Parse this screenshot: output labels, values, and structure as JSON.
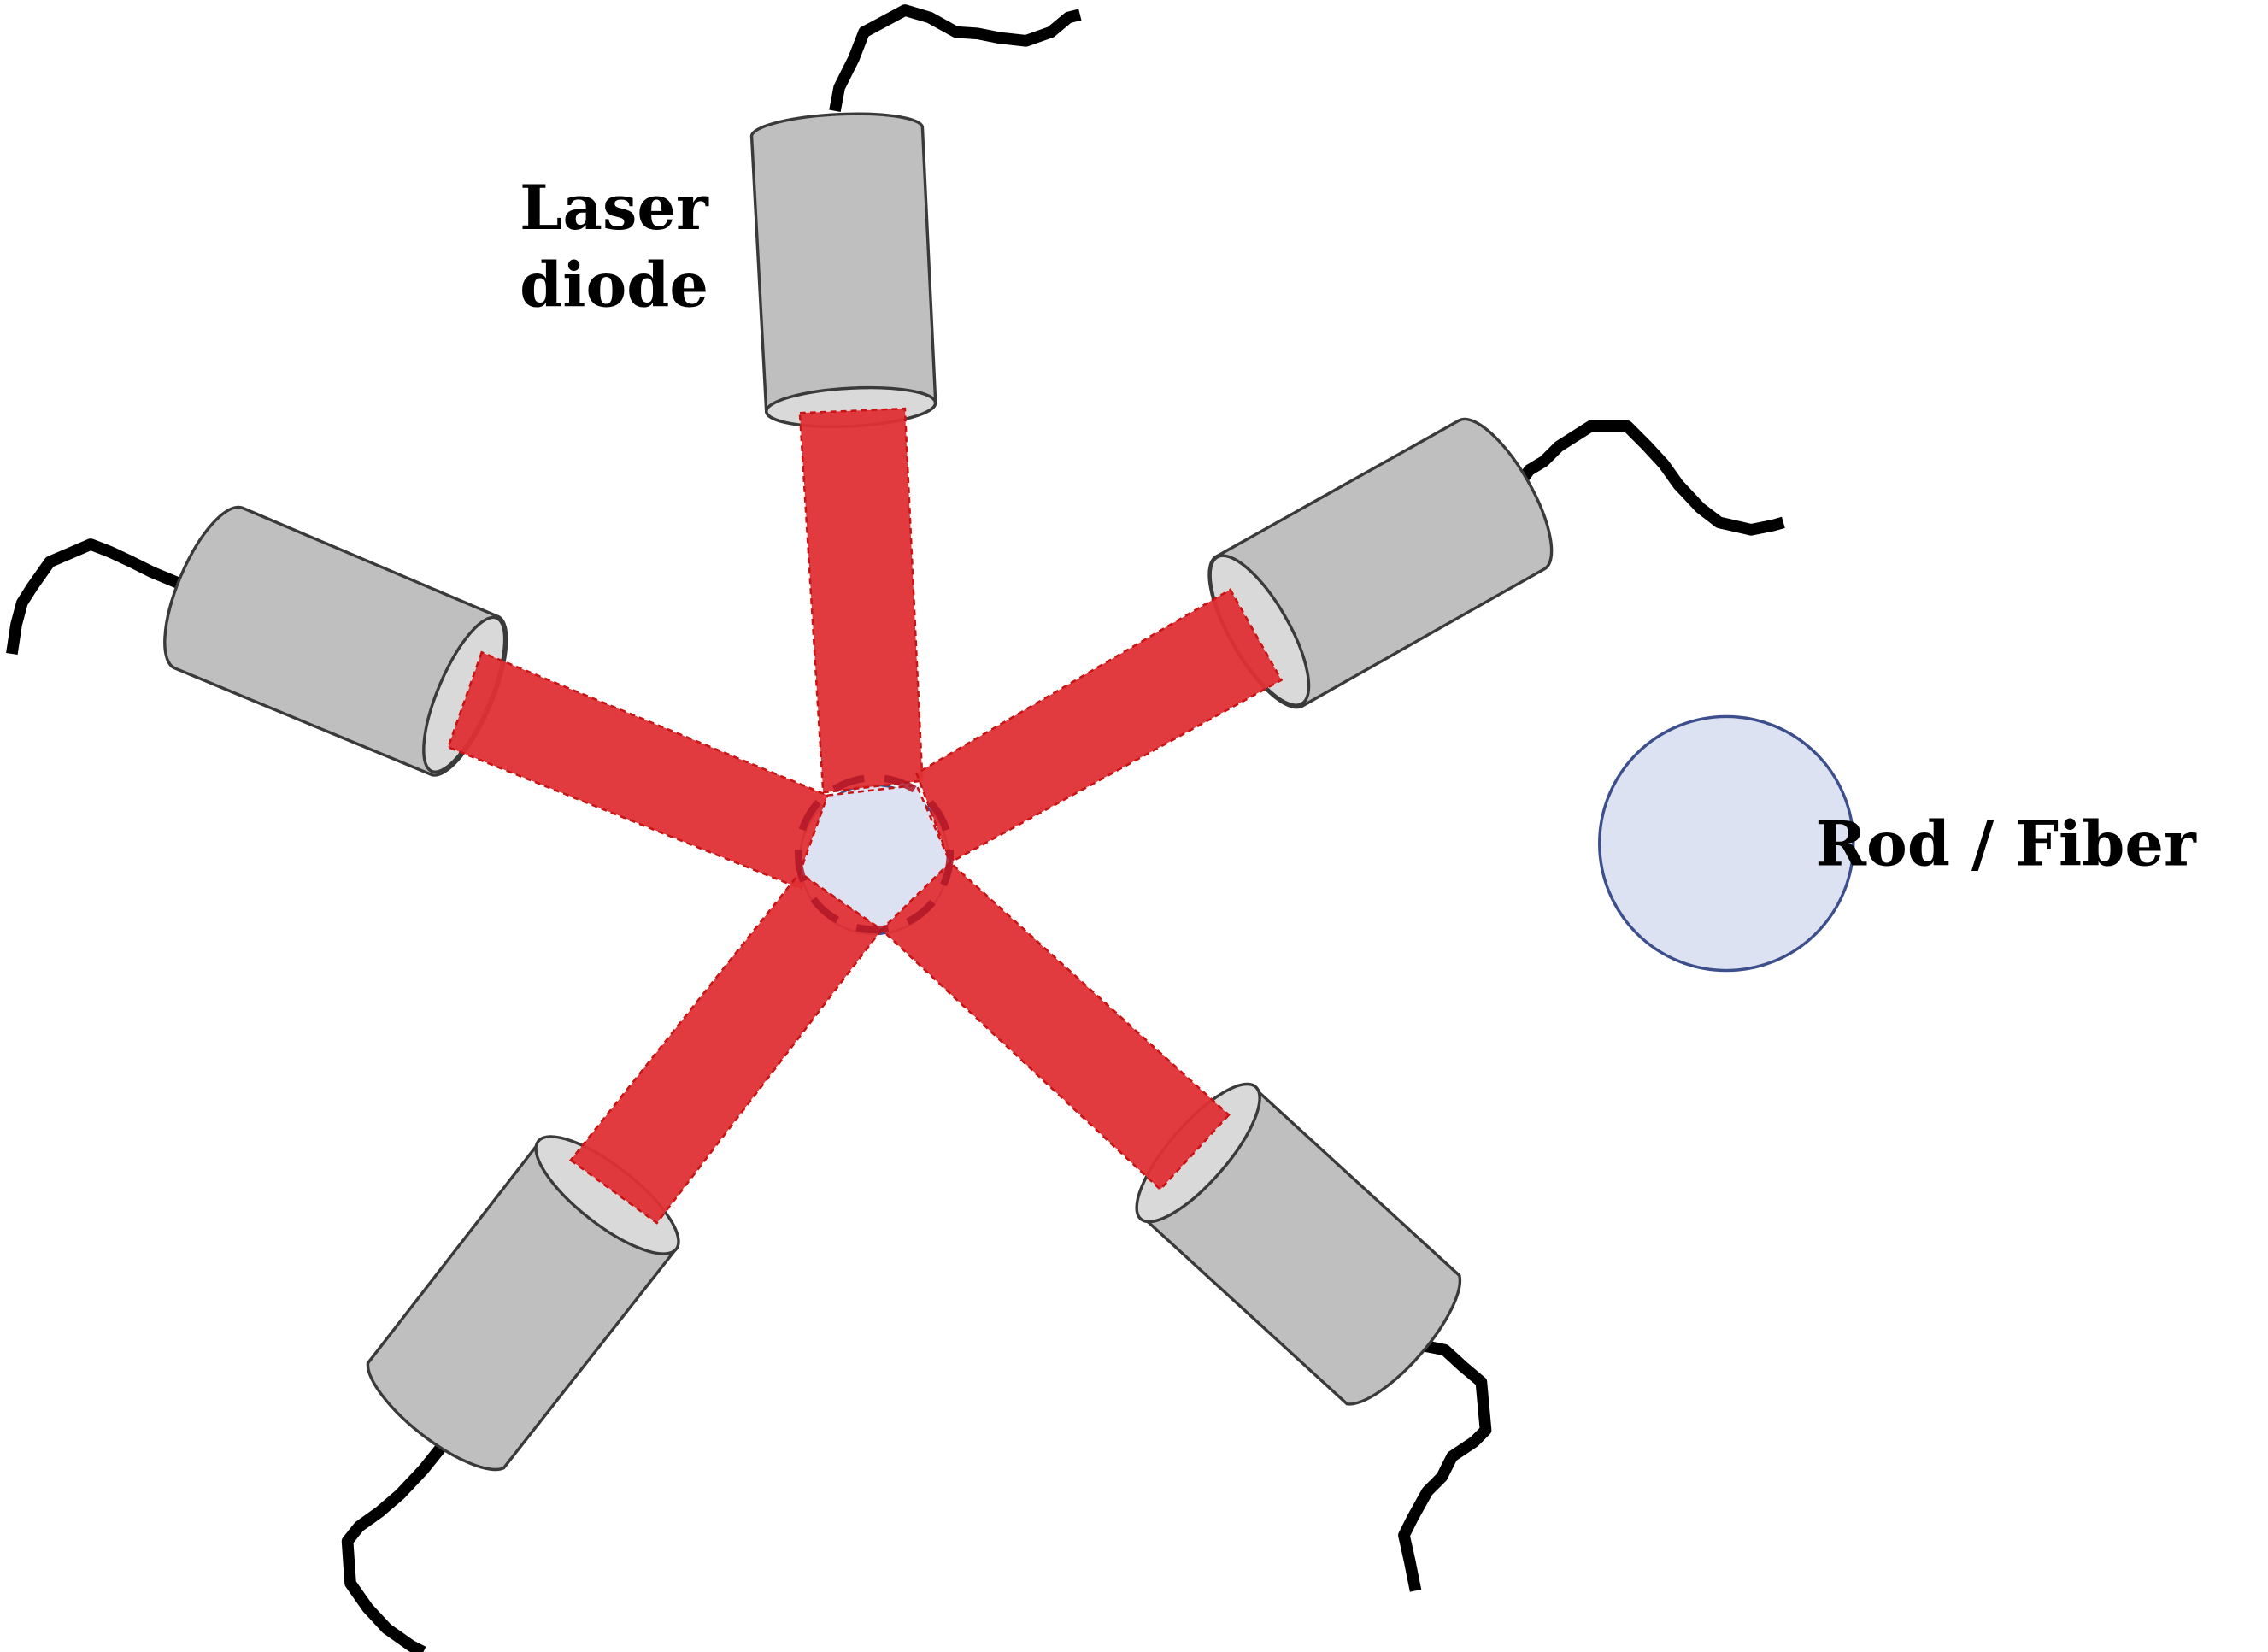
{
  "labels": {
    "laser_line1": "Laser",
    "laser_line2": "diode",
    "rod": "Rod / Fiber"
  },
  "colors": {
    "diode_body": "#bfbfbf",
    "diode_face": "#d9d9d9",
    "diode_stroke": "#3a3a3a",
    "beam_fill": "#e03035",
    "beam_stroke": "#c81414",
    "rod_fill": "#dde2f2",
    "rod_stroke": "#3c4f8c",
    "wire": "#000000"
  },
  "diodes": [
    {
      "name": "top"
    },
    {
      "name": "upper-left"
    },
    {
      "name": "upper-right"
    },
    {
      "name": "lower-left"
    },
    {
      "name": "lower-right"
    }
  ]
}
